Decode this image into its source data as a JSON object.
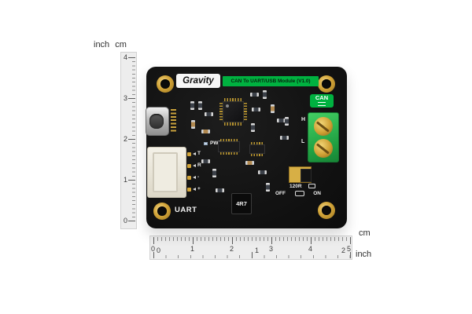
{
  "board": {
    "brand": "Gravity",
    "title": "CAN To UART/USB Module (V1.0)",
    "labels": {
      "uart": "UART",
      "can": "CAN",
      "pwr": "PWR",
      "h": "H",
      "l": "L",
      "r120": "120R",
      "off": "OFF",
      "on": "ON",
      "inductor": "4R7"
    },
    "pins": [
      "T",
      "R",
      "-",
      "+"
    ],
    "colors": {
      "pcb": "#131313",
      "accent_green": "#00b140",
      "gold": "#d2a438",
      "silkscreen": "#f2f2f2"
    }
  },
  "rulers": {
    "vertical": {
      "units": {
        "inch": "inch",
        "cm": "cm"
      },
      "cm_numbers": [
        "4",
        "3",
        "2",
        "1",
        "0"
      ]
    },
    "horizontal": {
      "cm_label": "cm",
      "inch_label": "inch",
      "cm_numbers": [
        "0",
        "1",
        "2",
        "3",
        "4",
        "5"
      ],
      "inch_numbers": [
        "0",
        "1",
        "2"
      ]
    }
  }
}
